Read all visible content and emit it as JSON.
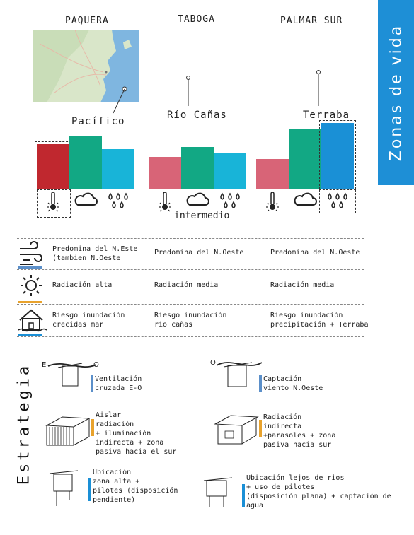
{
  "banner": {
    "title": "Zonas de vida",
    "color": "#1e8fd6"
  },
  "locations": [
    "PAQUERA",
    "TABOGA",
    "PALMAR SUR"
  ],
  "zones": [
    "Pacífico",
    "Río Cañas",
    "Terraba"
  ],
  "intermedio_label": "intermedio",
  "colors": {
    "temperature": "#c0282f",
    "temperature_light": "#d86477",
    "clouds": "#12a884",
    "rain": "#18b4d8",
    "rain_strong": "#1a90d6",
    "wind_accent": "#5b8fc9",
    "sun_accent": "#e8a22c",
    "flood_accent": "#1a8fd6"
  },
  "chart_data": {
    "type": "bar",
    "categories": [
      "temperatura",
      "nubosidad",
      "lluvia"
    ],
    "series": [
      {
        "name": "Pacífico",
        "values": [
          56,
          66,
          50
        ]
      },
      {
        "name": "Río Cañas",
        "values": [
          40,
          52,
          44
        ]
      },
      {
        "name": "Terraba",
        "values": [
          37,
          75,
          82
        ]
      }
    ],
    "highlighted": [
      [
        0,
        0
      ],
      [
        2,
        2
      ]
    ],
    "grid": false,
    "legend": "none"
  },
  "climate_rows": [
    {
      "icon": "wind-icon",
      "texts": [
        "Predomina del N.Este\n(tambien N.Oeste",
        "Predomina del N.Oeste",
        "Predomina del N.Oeste"
      ]
    },
    {
      "icon": "sun-icon",
      "texts": [
        "Radiación alta",
        "Radiación media",
        "Radiación media"
      ]
    },
    {
      "icon": "flood-house-icon",
      "texts": [
        "Riesgo inundación\ncrecidas mar",
        "Riesgo inundación\nrio cañas",
        "Riesgo inundación\nprecipitación + Terraba"
      ]
    }
  ],
  "strategy_title": "Estrategia",
  "strategies": {
    "vent_left": {
      "text": "Ventilación\ncruzada E-O",
      "label_e": "E",
      "label_o": "O"
    },
    "vent_right": {
      "text": "Captación\nviento N.Oeste",
      "label_o": "O"
    },
    "rad_left": {
      "text": "Aislar\nradiación\n+ iluminación\nindirecta + zona\npasiva hacia el sur"
    },
    "rad_right": {
      "text": "Radiación\nindirecta\n+parasoles + zona\npasiva hacia sur"
    },
    "ubic_left": {
      "text": "Ubicación\nzona alta +\npilotes (disposición\npendiente)"
    },
    "ubic_right": {
      "text": "Ubicación lejos de rios\n+ uso de pilotes\n(disposición plana) + captación de\nagua"
    }
  }
}
